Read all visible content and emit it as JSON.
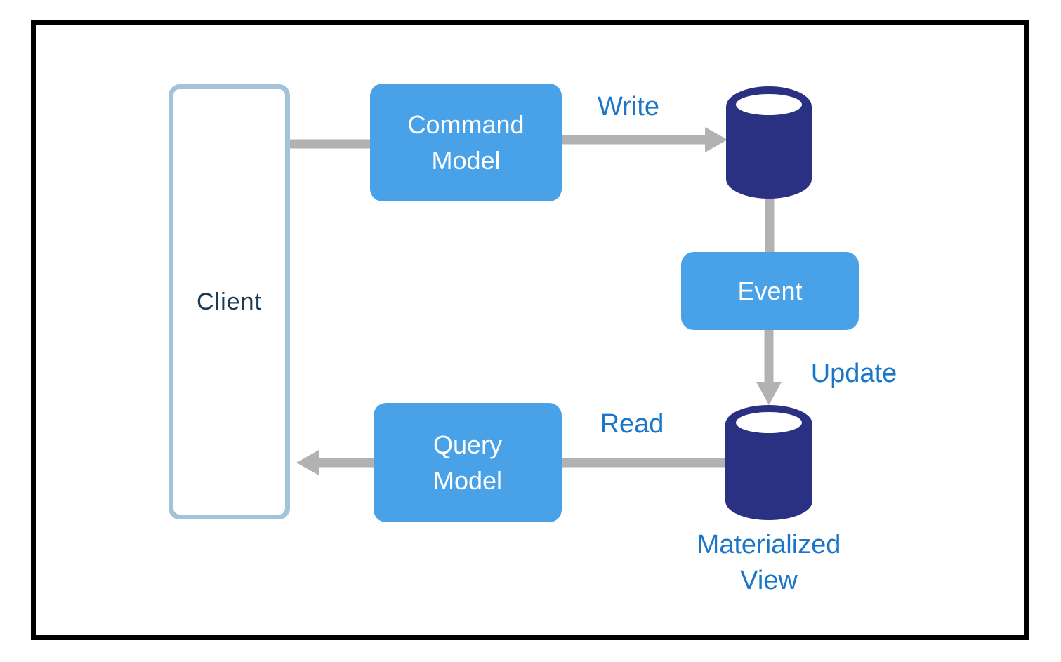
{
  "diagram": {
    "nodes": {
      "client": {
        "label": "Client"
      },
      "command_model": {
        "label": "Command\nModel"
      },
      "event": {
        "label": "Event"
      },
      "query_model": {
        "label": "Query\nModel"
      }
    },
    "annotations": {
      "write": "Write",
      "update": "Update",
      "read": "Read",
      "materialized_view": "Materialized\nView"
    },
    "icons": {
      "event_store": "database-cylinder",
      "materialized_view": "database-cylinder"
    },
    "colors": {
      "node_fill": "#49A2E8",
      "node_text": "#FFFFFF",
      "database_fill": "#2B3182",
      "annotation_text": "#1B76C8",
      "connector": "#B2B2B2",
      "client_border": "#A2C3DA",
      "client_text": "#1E3A52",
      "frame_border": "#000000"
    }
  }
}
